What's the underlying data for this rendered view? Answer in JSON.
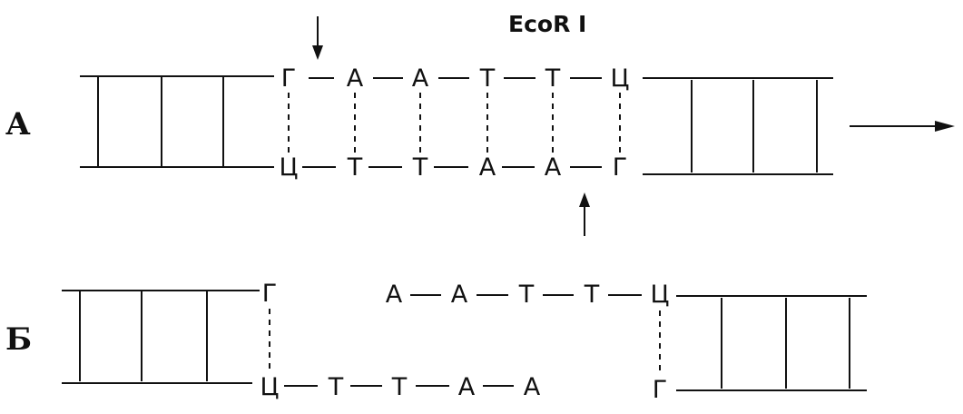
{
  "enzyme_label": "EcoR I",
  "row_labels": [
    "А",
    "Б"
  ],
  "panel_a": {
    "top_strand": [
      "Г",
      "А",
      "А",
      "Т",
      "Т",
      "Ц"
    ],
    "bottom_strand": [
      "Ц",
      "Т",
      "Т",
      "А",
      "А",
      "Г"
    ]
  },
  "panel_b": {
    "left_fragment": {
      "top": [
        "Г"
      ],
      "bottom": [
        "Ц",
        "Т",
        "Т",
        "А",
        "А"
      ]
    },
    "right_fragment": {
      "top": [
        "А",
        "А",
        "Т",
        "Т",
        "Ц"
      ],
      "bottom": [
        "Г"
      ]
    }
  }
}
